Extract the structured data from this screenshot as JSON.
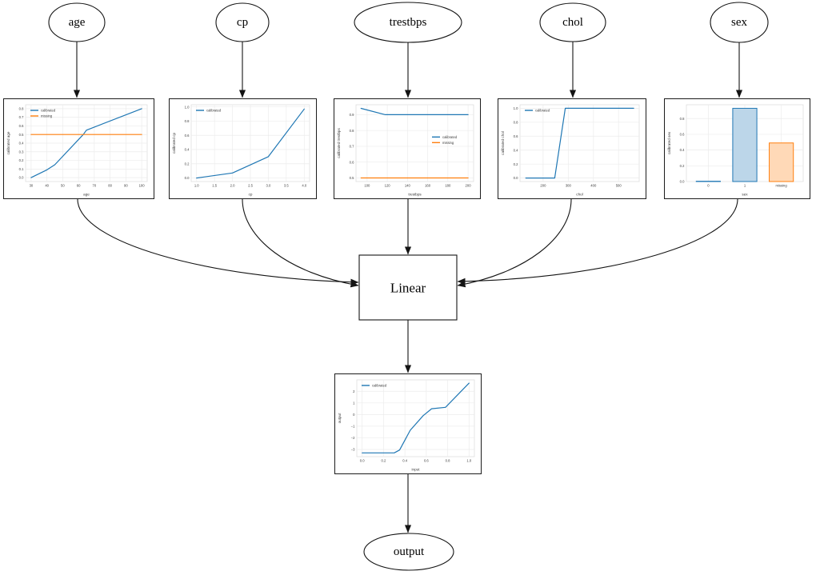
{
  "diagram": {
    "nodes": [
      {
        "id": "age",
        "label": "age"
      },
      {
        "id": "cp",
        "label": "cp"
      },
      {
        "id": "trestbps",
        "label": "trestbps"
      },
      {
        "id": "chol",
        "label": "chol"
      },
      {
        "id": "sex",
        "label": "sex"
      },
      {
        "id": "linear",
        "label": "Linear"
      },
      {
        "id": "output",
        "label": "output"
      }
    ]
  },
  "colors": {
    "calibrated": "#1f77b4",
    "missing": "#ff7f0e",
    "bar_fill_blue": "#bcd6e9",
    "bar_fill_orange": "#ffd9b7",
    "edge_line": "#141414"
  },
  "chart_data": [
    {
      "id": "age",
      "type": "line",
      "xlabel": "age",
      "ylabel": "calibrated age",
      "xlim": [
        26.5,
        103.5
      ],
      "ylim": [
        -0.045,
        0.845
      ],
      "xticks": [
        [
          30,
          "30"
        ],
        [
          40,
          "40"
        ],
        [
          50,
          "50"
        ],
        [
          60,
          "60"
        ],
        [
          70,
          "70"
        ],
        [
          80,
          "80"
        ],
        [
          90,
          "90"
        ],
        [
          100,
          "100"
        ]
      ],
      "yticks": [
        [
          0.0,
          "0.0"
        ],
        [
          0.1,
          "0.1"
        ],
        [
          0.2,
          "0.2"
        ],
        [
          0.3,
          "0.3"
        ],
        [
          0.4,
          "0.4"
        ],
        [
          0.5,
          "0.5"
        ],
        [
          0.6,
          "0.6"
        ],
        [
          0.7,
          "0.7"
        ],
        [
          0.8,
          "0.8"
        ]
      ],
      "legend": true,
      "legend_pos": "top-left",
      "series": [
        {
          "name": "calibrated",
          "color": "#1f77b4",
          "points": [
            [
              30,
              0.0
            ],
            [
              40,
              0.09
            ],
            [
              45,
              0.15
            ],
            [
              63,
              0.5
            ],
            [
              65,
              0.55
            ],
            [
              100,
              0.8
            ]
          ]
        },
        {
          "name": "missing",
          "color": "#ff7f0e",
          "points": [
            [
              30,
              0.5
            ],
            [
              100,
              0.5
            ]
          ]
        }
      ]
    },
    {
      "id": "cp",
      "type": "line",
      "xlabel": "cp",
      "ylabel": "calibrated cp",
      "xlim": [
        0.85,
        4.15
      ],
      "ylim": [
        -0.05,
        1.03
      ],
      "xticks": [
        [
          1.0,
          "1.0"
        ],
        [
          1.5,
          "1.5"
        ],
        [
          2.0,
          "2.0"
        ],
        [
          2.5,
          "2.5"
        ],
        [
          3.0,
          "3.0"
        ],
        [
          3.5,
          "3.5"
        ],
        [
          4.0,
          "4.0"
        ]
      ],
      "yticks": [
        [
          0.0,
          "0.0"
        ],
        [
          0.2,
          "0.2"
        ],
        [
          0.4,
          "0.4"
        ],
        [
          0.6,
          "0.6"
        ],
        [
          0.8,
          "0.8"
        ],
        [
          1.0,
          "1.0"
        ]
      ],
      "legend": true,
      "legend_pos": "top-left",
      "series": [
        {
          "name": "calibrated",
          "color": "#1f77b4",
          "points": [
            [
              1,
              0.0
            ],
            [
              2,
              0.07
            ],
            [
              3,
              0.3
            ],
            [
              4,
              0.97
            ]
          ]
        }
      ]
    },
    {
      "id": "trestbps",
      "type": "line",
      "xlabel": "trestbps",
      "ylabel": "calibrated trestbps",
      "xlim": [
        89,
        205.5
      ],
      "ylim": [
        0.477,
        0.963
      ],
      "xticks": [
        [
          100,
          "100"
        ],
        [
          120,
          "120"
        ],
        [
          140,
          "140"
        ],
        [
          160,
          "160"
        ],
        [
          180,
          "180"
        ],
        [
          200,
          "200"
        ]
      ],
      "yticks": [
        [
          0.5,
          "0.5"
        ],
        [
          0.6,
          "0.6"
        ],
        [
          0.7,
          "0.7"
        ],
        [
          0.8,
          "0.8"
        ],
        [
          0.9,
          "0.9"
        ]
      ],
      "legend": true,
      "legend_pos": "center-right",
      "series": [
        {
          "name": "calibrated",
          "color": "#1f77b4",
          "points": [
            [
              94,
              0.94
            ],
            [
              118,
              0.9
            ],
            [
              200,
              0.9
            ]
          ]
        },
        {
          "name": "missing",
          "color": "#ff7f0e",
          "points": [
            [
              94,
              0.5
            ],
            [
              200,
              0.5
            ]
          ]
        }
      ]
    },
    {
      "id": "chol",
      "type": "line",
      "xlabel": "chol",
      "ylabel": "calibrated chol",
      "xlim": [
        108,
        582
      ],
      "ylim": [
        -0.05,
        1.05
      ],
      "xticks": [
        [
          200,
          "200"
        ],
        [
          300,
          "300"
        ],
        [
          400,
          "400"
        ],
        [
          500,
          "500"
        ]
      ],
      "yticks": [
        [
          0.0,
          "0.0"
        ],
        [
          0.2,
          "0.2"
        ],
        [
          0.4,
          "0.4"
        ],
        [
          0.6,
          "0.6"
        ],
        [
          0.8,
          "0.8"
        ],
        [
          1.0,
          "1.0"
        ]
      ],
      "legend": true,
      "legend_pos": "top-left",
      "series": [
        {
          "name": "calibrated",
          "color": "#1f77b4",
          "points": [
            [
              131,
              0.0
            ],
            [
              246,
              0.0
            ],
            [
              288,
              1.0
            ],
            [
              560,
              1.0
            ]
          ]
        }
      ]
    },
    {
      "id": "sex",
      "type": "bar",
      "xlabel": "sex",
      "ylabel": "calibrated sex",
      "categories": [
        "0",
        "1",
        "missing"
      ],
      "values": [
        0.004,
        0.93,
        0.49
      ],
      "bar_fill": [
        "#bcd6e9",
        "#bcd6e9",
        "#ffd9b7"
      ],
      "bar_edge": [
        "#1f77b4",
        "#1f77b4",
        "#ff7f0e"
      ],
      "ylim": [
        0,
        0.975
      ],
      "yticks": [
        [
          0.0,
          "0.0"
        ],
        [
          0.2,
          "0.2"
        ],
        [
          0.4,
          "0.4"
        ],
        [
          0.6,
          "0.6"
        ],
        [
          0.8,
          "0.8"
        ]
      ],
      "legend": false
    },
    {
      "id": "output",
      "type": "line",
      "xlabel": "input",
      "ylabel": "output",
      "xlim": [
        -0.05,
        1.05
      ],
      "ylim": [
        -3.62,
        2.98
      ],
      "xticks": [
        [
          0.0,
          "0.0"
        ],
        [
          0.2,
          "0.2"
        ],
        [
          0.4,
          "0.4"
        ],
        [
          0.6,
          "0.6"
        ],
        [
          0.8,
          "0.8"
        ],
        [
          1.0,
          "1.0"
        ]
      ],
      "yticks": [
        [
          -3,
          "−3"
        ],
        [
          -2,
          "−2"
        ],
        [
          -1,
          "−1"
        ],
        [
          0,
          "0"
        ],
        [
          1,
          "1"
        ],
        [
          2,
          "2"
        ]
      ],
      "legend": true,
      "legend_pos": "top-left",
      "series": [
        {
          "name": "calibrated",
          "color": "#1f77b4",
          "points": [
            [
              0,
              -3.3
            ],
            [
              0.3,
              -3.3
            ],
            [
              0.35,
              -3.05
            ],
            [
              0.45,
              -1.35
            ],
            [
              0.57,
              -0.1
            ],
            [
              0.65,
              0.5
            ],
            [
              0.78,
              0.62
            ],
            [
              1.0,
              2.7
            ]
          ]
        }
      ]
    }
  ]
}
